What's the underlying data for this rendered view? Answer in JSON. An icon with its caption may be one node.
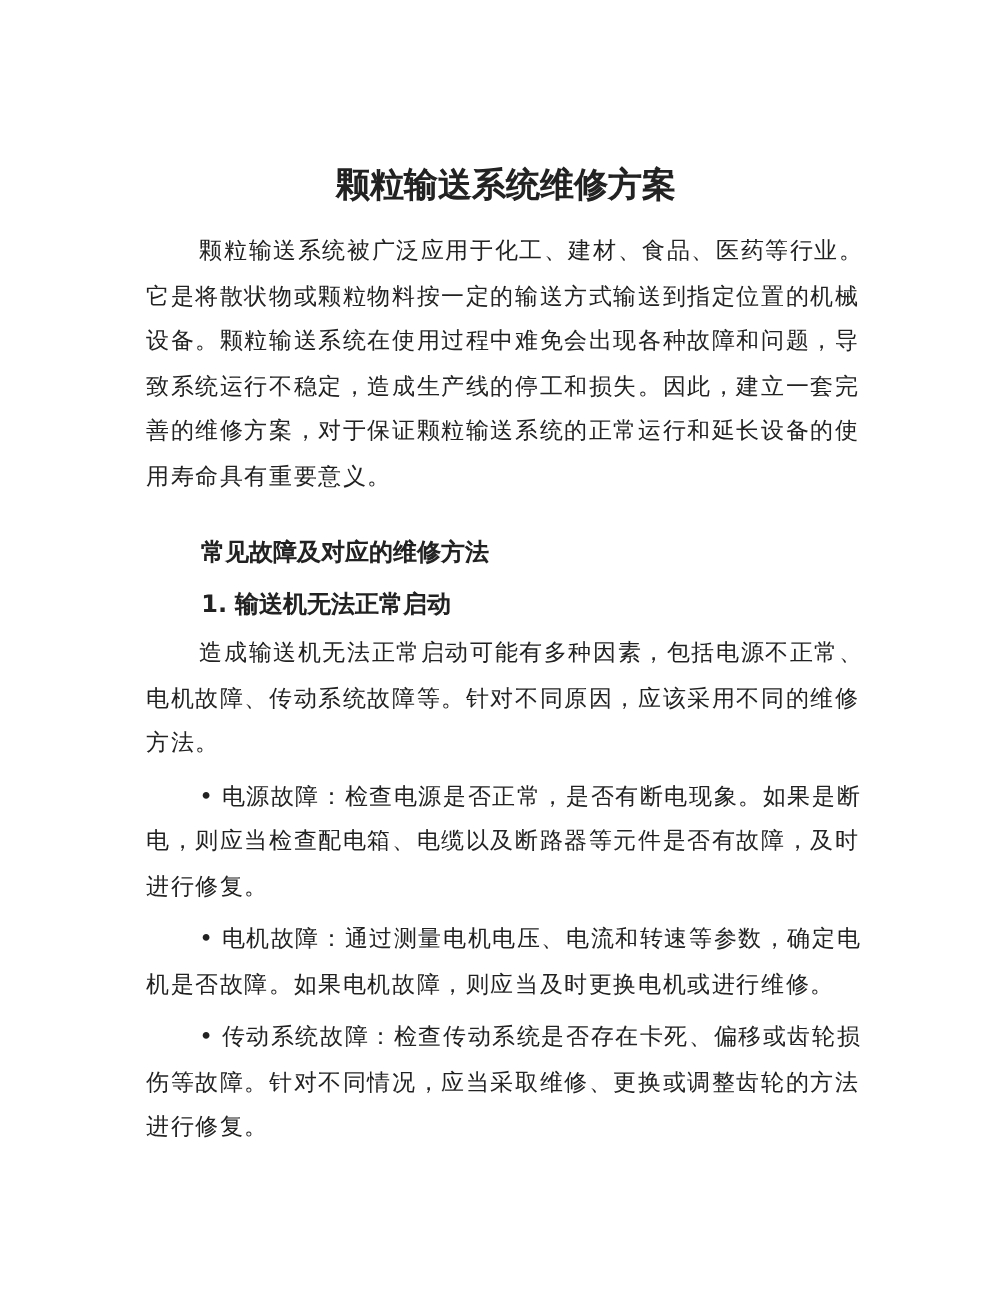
{
  "diagram": {
    "title": "颗粒输送系统维修方案",
    "labels": [
      "颗粒输送系统被广泛应用于化工、建材、食品、医药等行业。它是将散状物或颗粒物料按一定的输送方式输送到指定位置的机械设备。颗粒输送系统在使用过程中难免会出现各种故障和问题，导致系统运行不稳定，造成生产线的停工和损失。因此，建立一套完善的维修方案，对于保证颗粒输送系统的正常运行和延长设备的使用寿命具有重要意义。",
      "常见故障及对应的维修方法",
      "1. 输送机无法正常启动",
      "造成输送机无法正常启动可能有多种因素，包括电源不正常、电机故障、传动系统故障等。针对不同原因，应该采用不同的维修方法。",
      "• 电源故障：检查电源是否正常，是否有断电现象。如果是断电，则应当检查配电箱、电缆以及断路器等元件是否有故障，及时进行修复。",
      "• 电机故障：通过测量电机电压、电流和转速等参数，确定电机是否故障。如果电机故障，则应当及时更换电机或进行维修。",
      "• 传动系统故障：检查传动系统是否存在卡死、偏移或齿轮损伤等故障。针对不同情况，应当采取维修、更换或调整齿轮的方法进行修复。"
    ]
  }
}
